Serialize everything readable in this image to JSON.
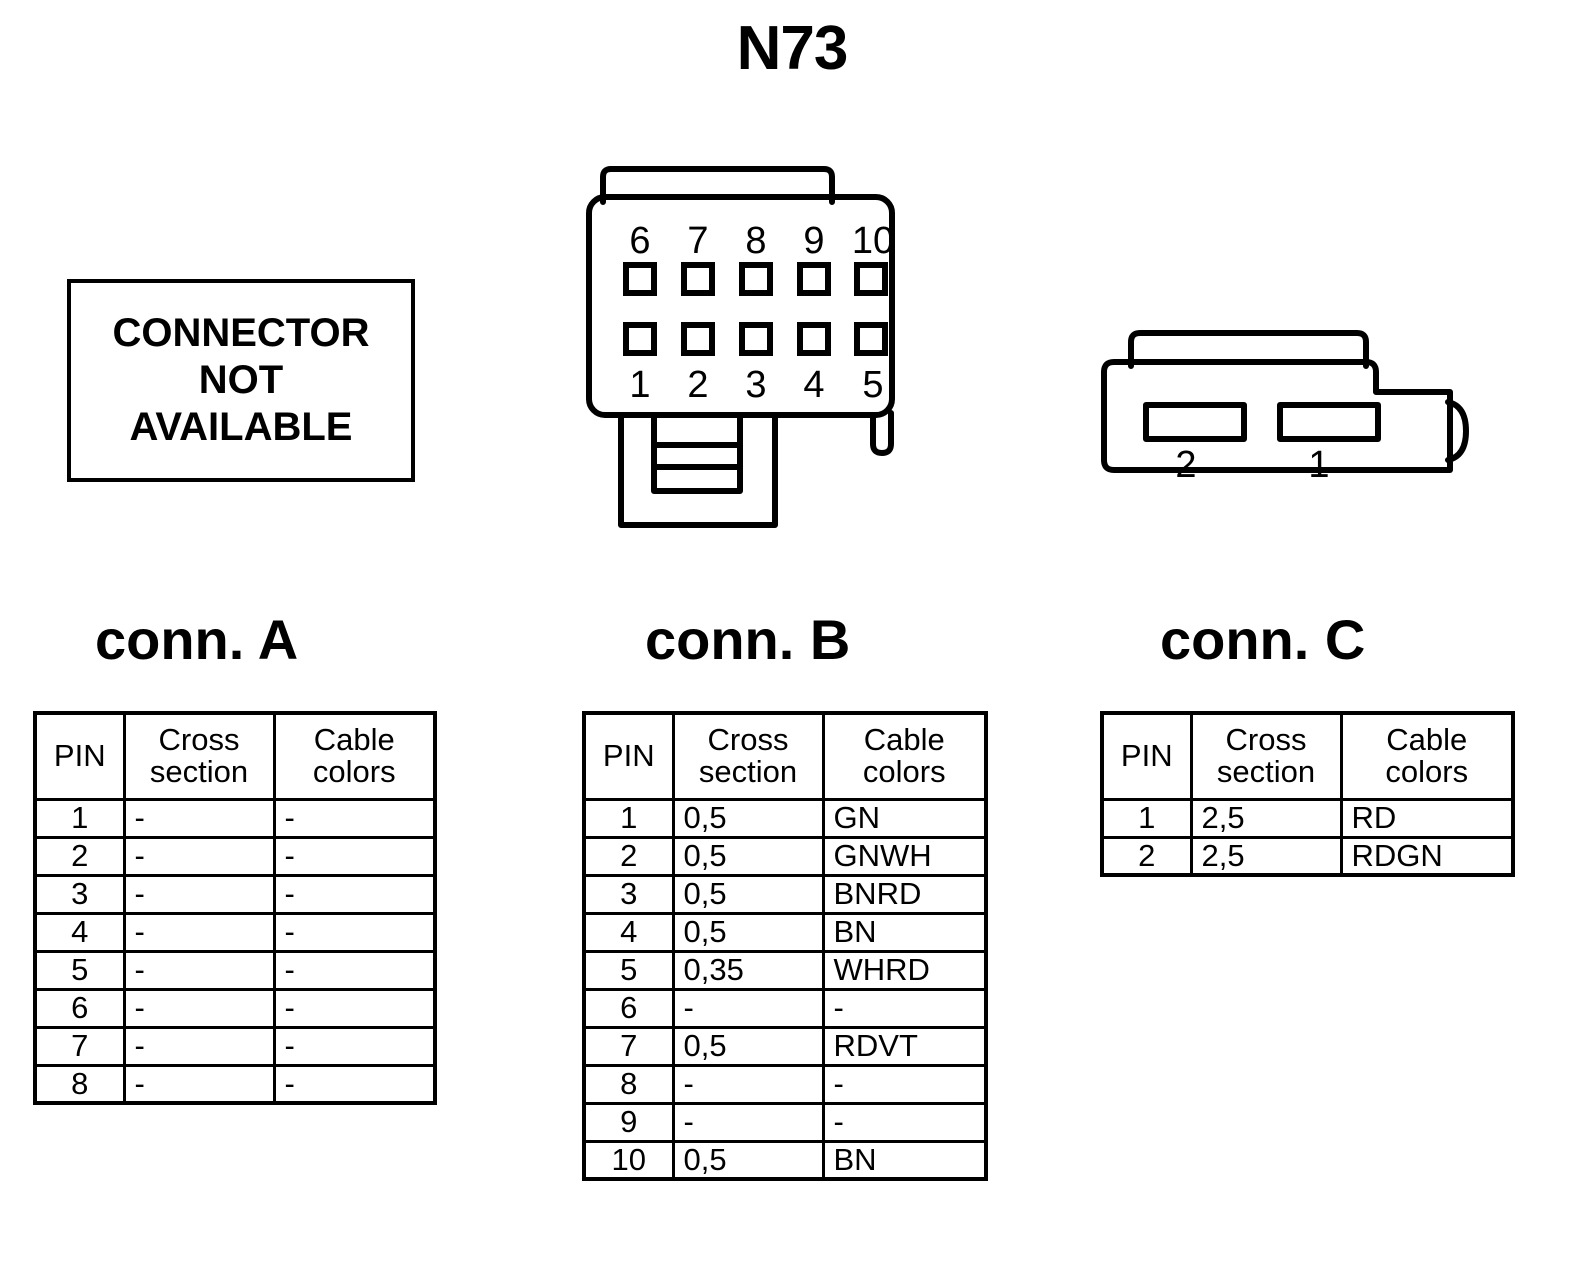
{
  "title": "N73",
  "not_available_box": {
    "lines": [
      "CONNECTOR",
      "NOT",
      "AVAILABLE"
    ]
  },
  "connector_b_drawing": {
    "top_row_labels": [
      "6",
      "7",
      "8",
      "9",
      "10"
    ],
    "bottom_row_labels": [
      "1",
      "2",
      "3",
      "4",
      "5"
    ],
    "pin_count": 10
  },
  "connector_c_drawing": {
    "terminal_labels": [
      "2",
      "1"
    ],
    "pin_count": 2
  },
  "headings": {
    "conn_a": "conn. A",
    "conn_b": "conn. B",
    "conn_c": "conn. C"
  },
  "table_headers": {
    "pin": "PIN",
    "cross_section_line1": "Cross",
    "cross_section_line2": "section",
    "cable_colors_line1": "Cable",
    "cable_colors_line2": "colors"
  },
  "tables": {
    "conn_a": {
      "rows": [
        {
          "pin": "1",
          "cross_section": "-",
          "cable_colors": "-"
        },
        {
          "pin": "2",
          "cross_section": "-",
          "cable_colors": "-"
        },
        {
          "pin": "3",
          "cross_section": "-",
          "cable_colors": "-"
        },
        {
          "pin": "4",
          "cross_section": "-",
          "cable_colors": "-"
        },
        {
          "pin": "5",
          "cross_section": "-",
          "cable_colors": "-"
        },
        {
          "pin": "6",
          "cross_section": "-",
          "cable_colors": "-"
        },
        {
          "pin": "7",
          "cross_section": "-",
          "cable_colors": "-"
        },
        {
          "pin": "8",
          "cross_section": "-",
          "cable_colors": "-"
        }
      ]
    },
    "conn_b": {
      "rows": [
        {
          "pin": "1",
          "cross_section": "0,5",
          "cable_colors": "GN"
        },
        {
          "pin": "2",
          "cross_section": "0,5",
          "cable_colors": "GNWH"
        },
        {
          "pin": "3",
          "cross_section": "0,5",
          "cable_colors": "BNRD"
        },
        {
          "pin": "4",
          "cross_section": "0,5",
          "cable_colors": "BN"
        },
        {
          "pin": "5",
          "cross_section": "0,35",
          "cable_colors": "WHRD"
        },
        {
          "pin": "6",
          "cross_section": "-",
          "cable_colors": "-"
        },
        {
          "pin": "7",
          "cross_section": "0,5",
          "cable_colors": "RDVT"
        },
        {
          "pin": "8",
          "cross_section": "-",
          "cable_colors": "-"
        },
        {
          "pin": "9",
          "cross_section": "-",
          "cable_colors": "-"
        },
        {
          "pin": "10",
          "cross_section": "0,5",
          "cable_colors": "BN"
        }
      ]
    },
    "conn_c": {
      "rows": [
        {
          "pin": "1",
          "cross_section": "2,5",
          "cable_colors": "RD"
        },
        {
          "pin": "2",
          "cross_section": "2,5",
          "cable_colors": "RDGN"
        }
      ]
    }
  },
  "colors": {
    "line": "#000000",
    "background": "#ffffff"
  }
}
